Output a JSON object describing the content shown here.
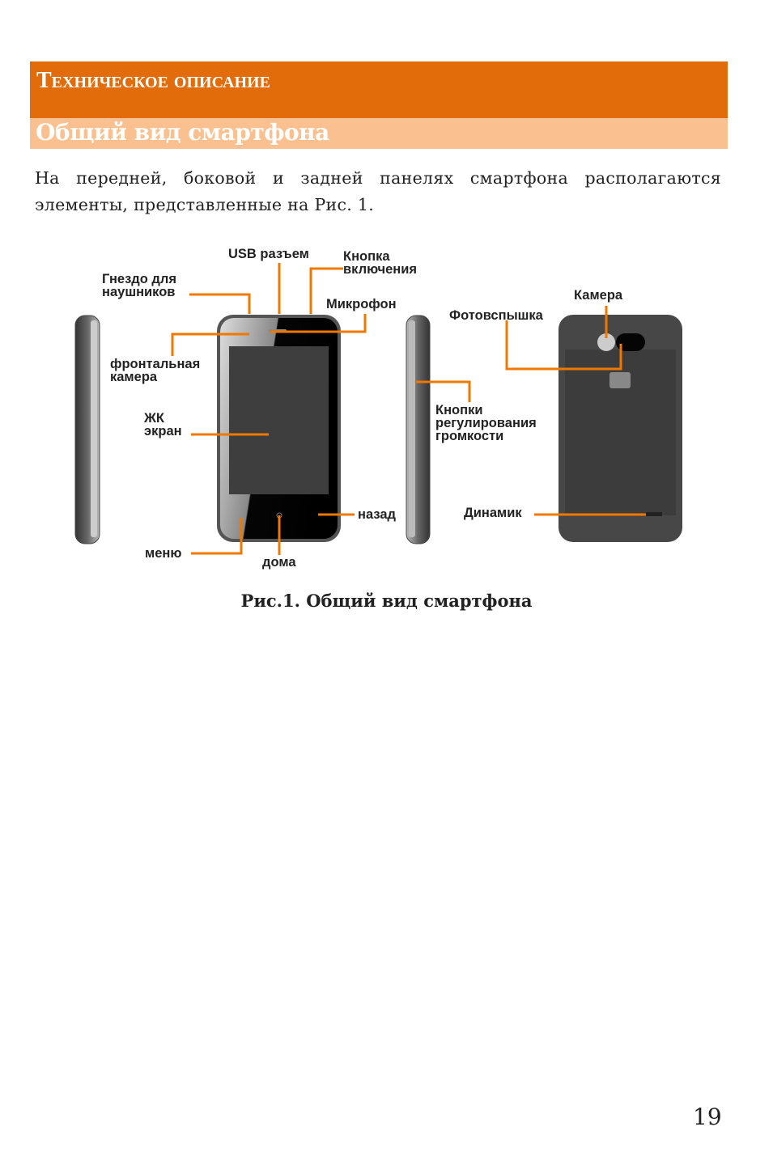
{
  "header": {
    "title": "Техническое описание"
  },
  "section": {
    "title": "Общий вид смартфона"
  },
  "body": {
    "paragraph": "На передней, боковой и задней панелях смартфона располагаются элементы, представленные на Рис. 1."
  },
  "figure": {
    "labels": {
      "usb": "USB разъем",
      "power": "Кнопка\nвключения",
      "headphone": "Гнездо для\nнаушников",
      "microphone": "Микрофон",
      "front_camera": "фронтальная\nкамера",
      "lcd": "ЖК\nэкран",
      "back": "назад",
      "menu": "меню",
      "home": "дома",
      "camera": "Камера",
      "flash": "Фотовспышка",
      "volume": "Кнопки\nрегулирования\nгромкости",
      "speaker": "Динамик"
    },
    "caption": "Рис.1. Общий вид смартфона",
    "colors": {
      "accent": "#F07800",
      "header": "#E36C0A",
      "subheader": "#FAC090"
    }
  },
  "footer": {
    "page_number": "19"
  }
}
